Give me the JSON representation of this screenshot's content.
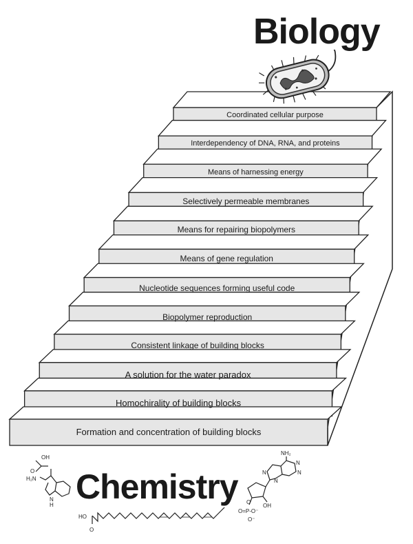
{
  "titles": {
    "top": "Biology",
    "bottom": "Chemistry"
  },
  "steps": [
    "Formation and concentration of building blocks",
    "Homochirality of building blocks",
    "A solution for the water paradox",
    "Consistent linkage of building blocks",
    "Biopolymer reproduction",
    "Nucleotide sequences forming useful code",
    "Means of gene regulation",
    "Means for repairing biopolymers",
    "Selectively permeable membranes",
    "Means of harnessing energy",
    "Interdependency of DNA, RNA, and proteins",
    "Coordinated cellular purpose"
  ],
  "molecule_labels": {
    "amino_oh": "OH",
    "amino_o": "O",
    "amino_h2n": "H₂N",
    "indole_nh": "N",
    "indole_h": "H",
    "fatty_ho": "HO",
    "fatty_o": "O",
    "nh2": "NH₂",
    "n1": "N",
    "n2": "N",
    "n3": "N",
    "n4": "N",
    "oh": "OH",
    "phos": "O=P-O⁻",
    "phos_o": "O",
    "phos_om": "O⁻"
  },
  "colors": {
    "step_face": "#e6e6e6",
    "step_top": "#ffffff",
    "outline": "#222222",
    "text": "#1a1a1a"
  }
}
